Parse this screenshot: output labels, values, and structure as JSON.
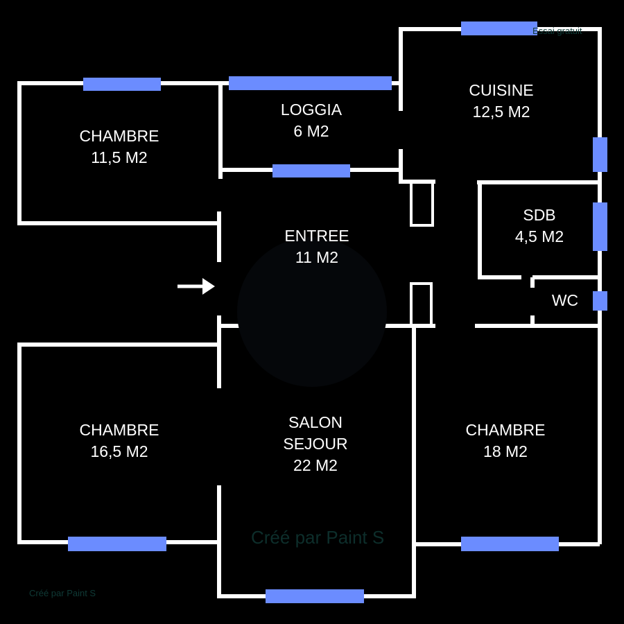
{
  "rooms": [
    {
      "name": "CHAMBRE",
      "area": "11,5 M2"
    },
    {
      "name": "LOGGIA",
      "area": "6 M2"
    },
    {
      "name": "CUISINE",
      "area": "12,5 M2"
    },
    {
      "name": "ENTREE",
      "area": "11 M2"
    },
    {
      "name": "SDB",
      "area": "4,5 M2"
    },
    {
      "name": "WC"
    },
    {
      "name": "CHAMBRE",
      "area": "16,5 M2"
    },
    {
      "name": "SALON",
      "name2": "SEJOUR",
      "area": "22 M2"
    },
    {
      "name": "CHAMBRE",
      "area": "18 M2"
    }
  ],
  "watermarks": {
    "top_right": "Essai gratuit",
    "bottom_left": "Créé par Paint S",
    "center": "Créé par Paint S"
  },
  "colors": {
    "wall": "#ffffff",
    "window": "#6b8cff",
    "background": "#000000"
  }
}
